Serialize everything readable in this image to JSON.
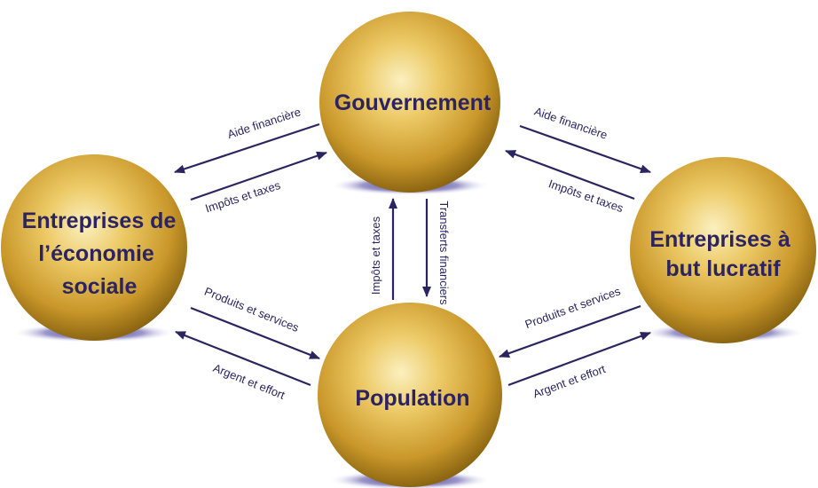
{
  "nodes": {
    "gouvernement": {
      "lines": [
        "Gouvernement"
      ]
    },
    "economie_sociale": {
      "lines": [
        "Entreprises de",
        "l’économie",
        "sociale"
      ]
    },
    "but_lucratif": {
      "lines": [
        "Entreprises à",
        "but lucratif"
      ]
    },
    "population": {
      "lines": [
        "Population"
      ]
    }
  },
  "edges": {
    "aide_financiere_left": "Aide financière",
    "impots_taxes_left": "Impôts et taxes",
    "aide_financiere_right": "Aide financière",
    "impots_taxes_right": "Impôts et taxes",
    "impots_taxes_center": "Impôts et taxes",
    "transferts_financiers": "Transferts financiers",
    "produits_services_left": "Produits et services",
    "argent_effort_left": "Argent et effort",
    "produits_services_right": "Produits et services",
    "argent_effort_right": "Argent et effort"
  },
  "colors": {
    "sphere_light": "#f7e7a3",
    "sphere_mid": "#d8ac35",
    "sphere_dark": "#8a6510",
    "text": "#2b2460",
    "shadow": "#3b3480"
  }
}
